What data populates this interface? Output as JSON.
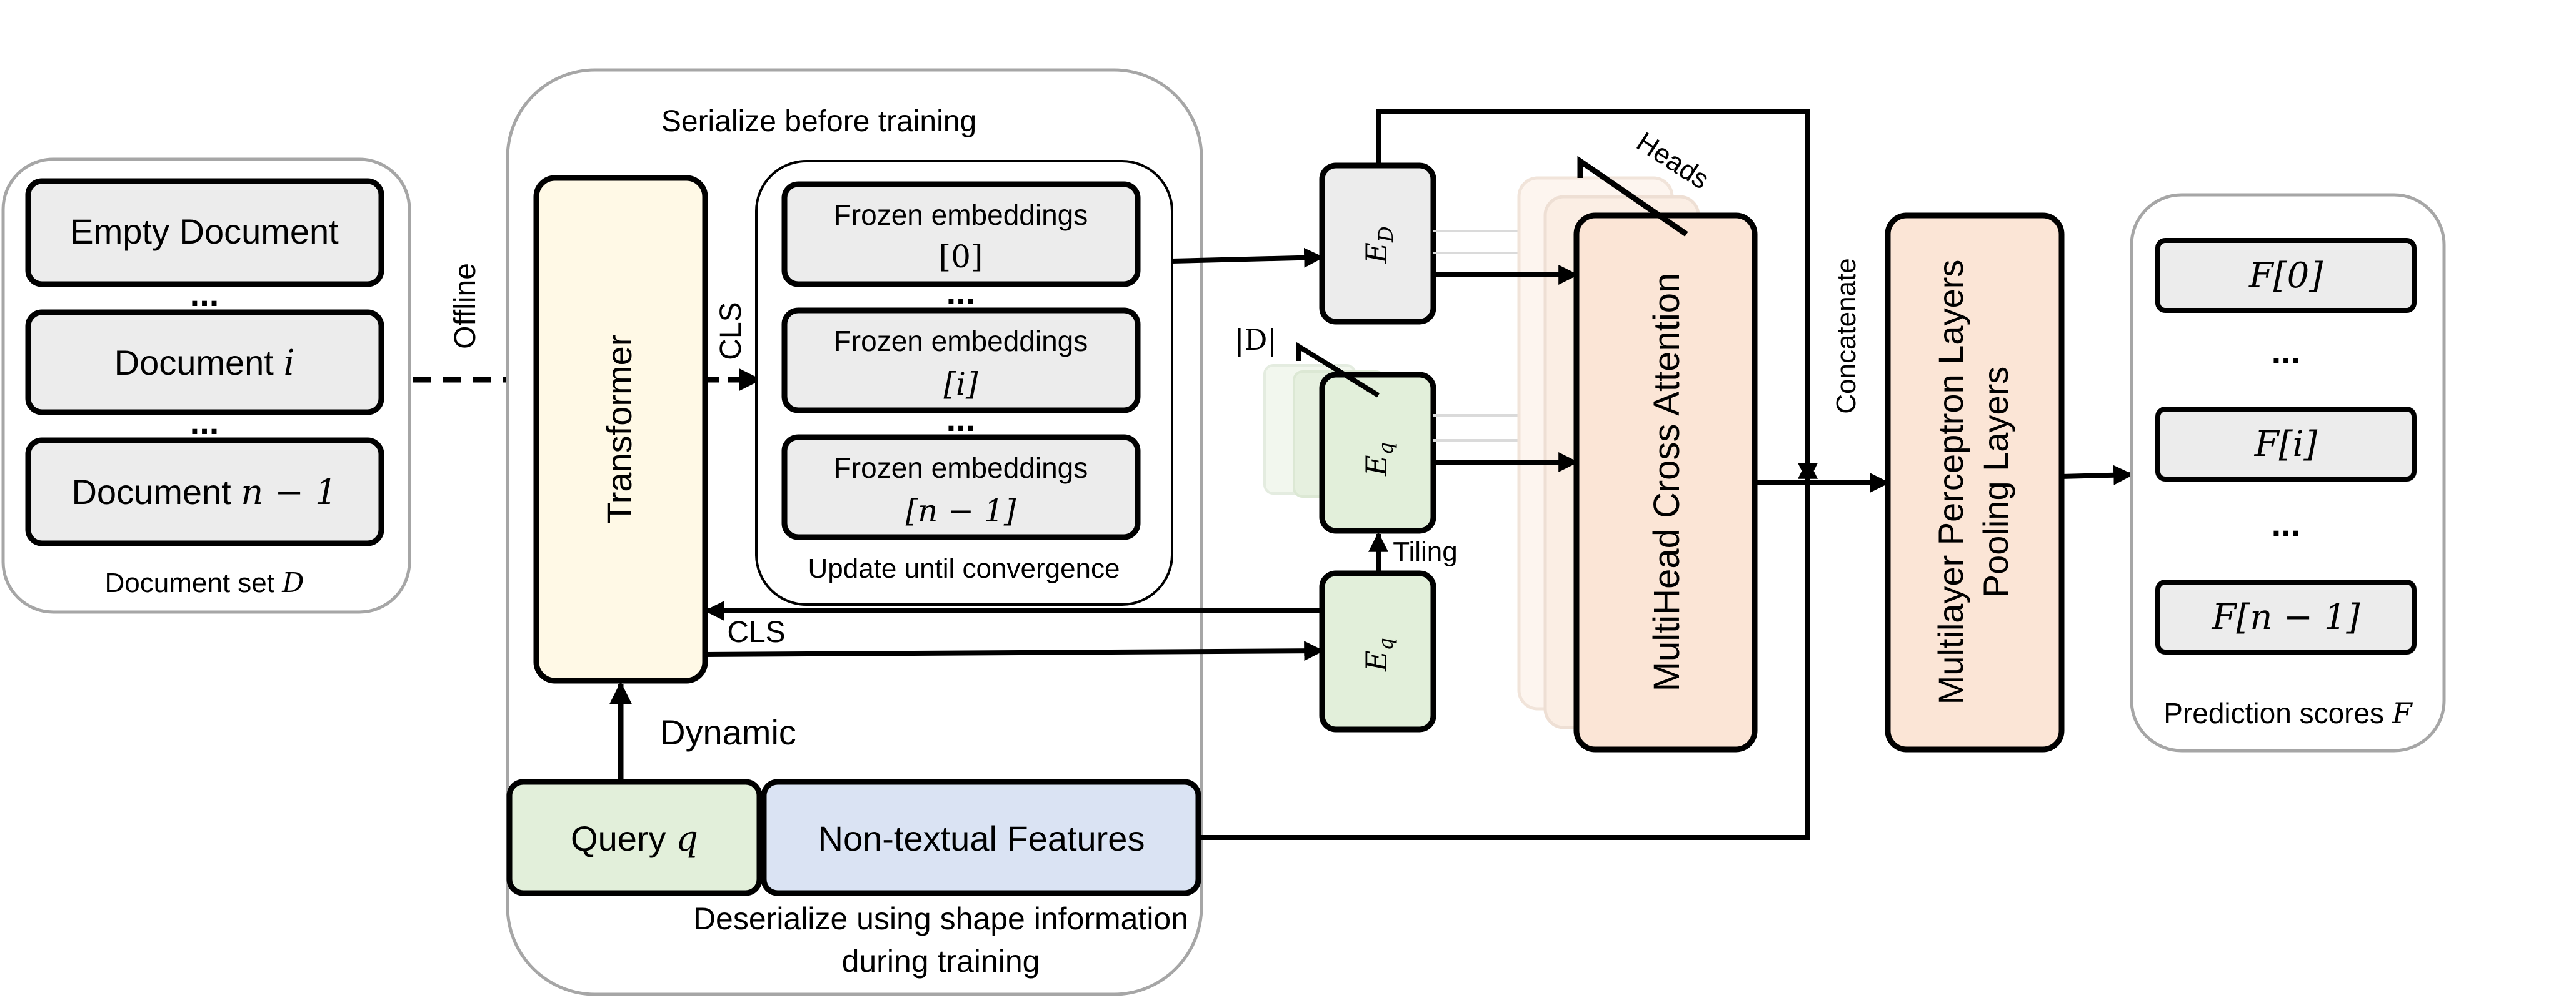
{
  "document_set": {
    "items": [
      {
        "text": "Empty Document",
        "math": ""
      },
      {
        "text": "Document ",
        "math": "i"
      },
      {
        "text": "Document ",
        "math": "n − 1"
      }
    ],
    "ellipsis": "...",
    "caption_text": "Document set ",
    "caption_math": "D"
  },
  "edges": {
    "offline": "Offline",
    "cls_top": "CLS",
    "cls_bottom": "CLS",
    "dynamic": "Dynamic",
    "tiling": "Tiling",
    "concatenate": "Concatenate",
    "heads": "Heads",
    "d_size": "|D|"
  },
  "serialize": {
    "title": "Serialize before training",
    "footer_line1": "Deserialize using shape information",
    "footer_line2": "during training"
  },
  "transformer": {
    "label": "Transformer"
  },
  "frozen": {
    "items": [
      {
        "line1": "Frozen embeddings",
        "line2": "[0]"
      },
      {
        "line1": "Frozen embeddings",
        "line2": "[i]"
      },
      {
        "line1": "Frozen embeddings",
        "line2": "[n − 1]"
      }
    ],
    "ellipsis": "...",
    "caption": "Update until convergence"
  },
  "embeddings": {
    "ed_main": "E",
    "ed_sub": "D",
    "eq_main": "E",
    "eq_sub": "q"
  },
  "inputs": {
    "query_text": "Query ",
    "query_math": "q",
    "features": "Non-textual Features"
  },
  "attention": {
    "label": "MultiHead Cross Attention"
  },
  "mlp": {
    "line1": "Multilayer Perceptron Layers",
    "line2": "Pooling Layers"
  },
  "scores": {
    "items": [
      "F[0]",
      "F[i]",
      "F[n − 1]"
    ],
    "ellipsis": "...",
    "caption_text": "Prediction scores ",
    "caption_math": "F"
  },
  "colors": {
    "doc_fill": "#ececec",
    "transformer_fill": "#fff9e6",
    "green_fill": "#e2efda",
    "blue_fill": "#dae3f3",
    "salmon_fill": "#fbe5d6",
    "group_stroke": "#a6a6a6"
  }
}
